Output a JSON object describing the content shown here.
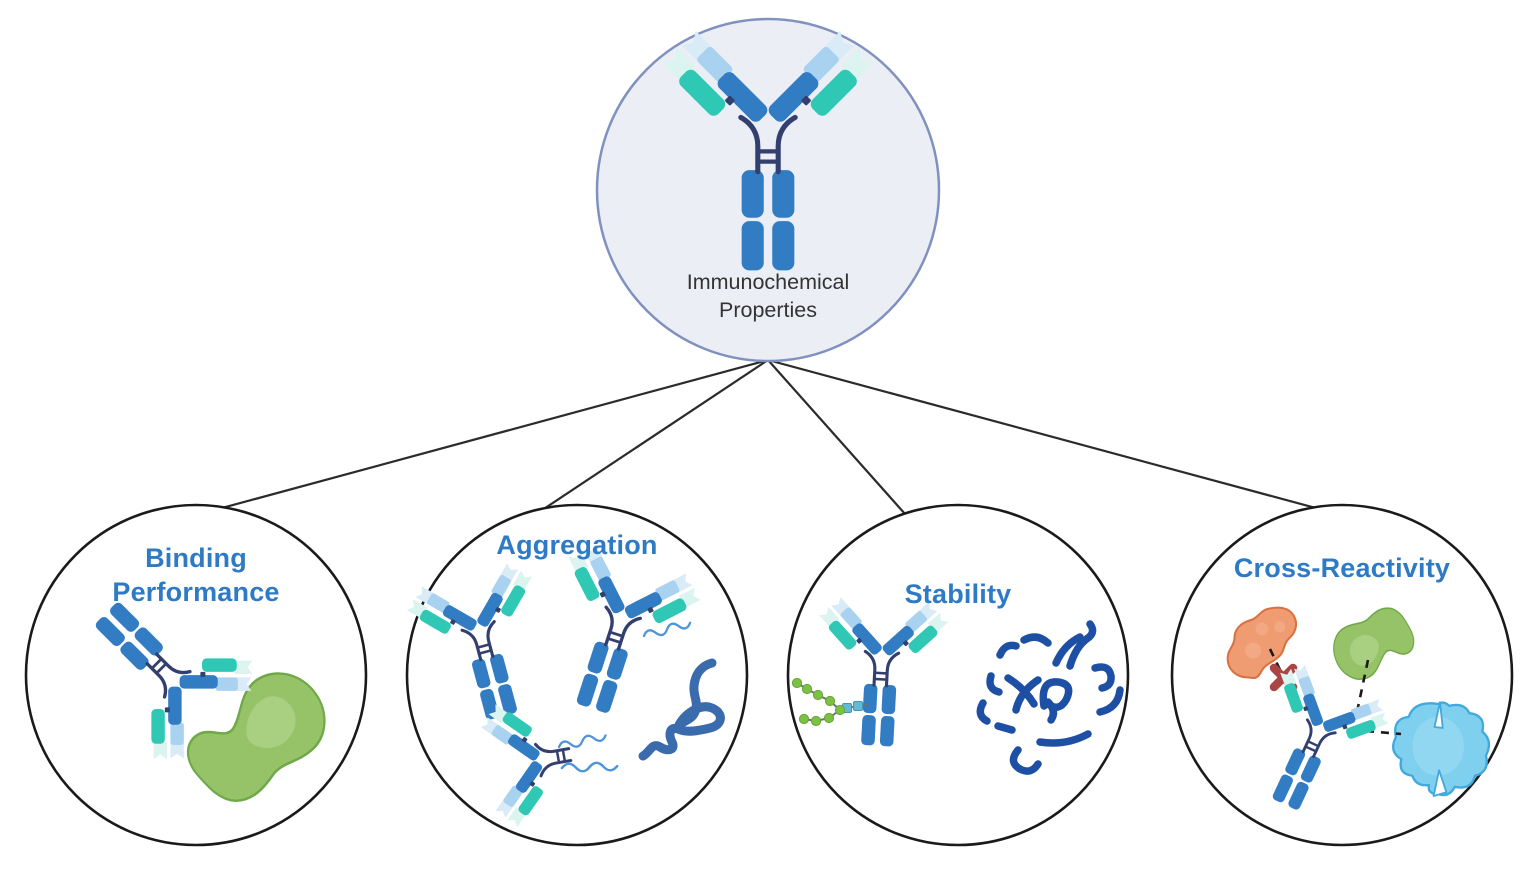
{
  "diagram": {
    "type": "radial-tree",
    "title_node": {
      "id": "immunochemical-properties",
      "label": "Immunochemical Properties",
      "icon": "antibody-icon"
    },
    "child_nodes": [
      {
        "id": "binding-performance",
        "label": "Binding Performance",
        "icons": [
          "antibody-icon",
          "antigen-blob-green-icon"
        ]
      },
      {
        "id": "aggregation",
        "label": "Aggregation",
        "icons": [
          "antibody-icon",
          "antibody-icon",
          "partially-unfolded-antibody-icon",
          "unfolded-protein-strand-icon",
          "squiggle-icon"
        ]
      },
      {
        "id": "stability",
        "label": "Stability",
        "icons": [
          "glycosylated-antibody-icon",
          "glycan-icon",
          "degraded-peptide-fragments-icon"
        ]
      },
      {
        "id": "cross-reactivity",
        "label": "Cross-Reactivity",
        "icons": [
          "antibody-icon",
          "antigen-blob-orange-icon",
          "antigen-blob-green-icon",
          "antigen-blob-blue-icon",
          "no-binding-x-icon",
          "dashed-connector"
        ]
      }
    ]
  },
  "palette": {
    "ab-blue": "#317CC2",
    "ab-blue-light": "#A9D1F0",
    "ab-blue-pale": "#DAEBF8",
    "ab-teal": "#2EC8B5",
    "ab-teal-pale": "#DCF4EF",
    "ab-navy": "#333F6E",
    "root-fill": "#ECEEF5",
    "root-stroke": "#8191BF",
    "root-text": "#333333",
    "heading-blue": "#2E7AC5",
    "node-stroke": "#1A1A1A",
    "connector": "#2B2B2B",
    "green-fill": "#96C268",
    "green-stroke": "#6FA849",
    "green-light": "#ABD083",
    "orange-fill": "#EF9C72",
    "orange-stroke": "#D9703F",
    "orange-light": "#F5B694",
    "sky-fill": "#7FD0EE",
    "sky-stroke": "#41A9DC",
    "sky-light": "#A8E0F6",
    "x-red": "#A94545",
    "frag-blue": "#1D50A4",
    "strand-blue": "#3A6BAD",
    "squiggle-blue": "#4E94DB",
    "glycan-green": "#7CC142",
    "glycan-teal": "#62BAD8",
    "glycan-line": "#707070"
  }
}
